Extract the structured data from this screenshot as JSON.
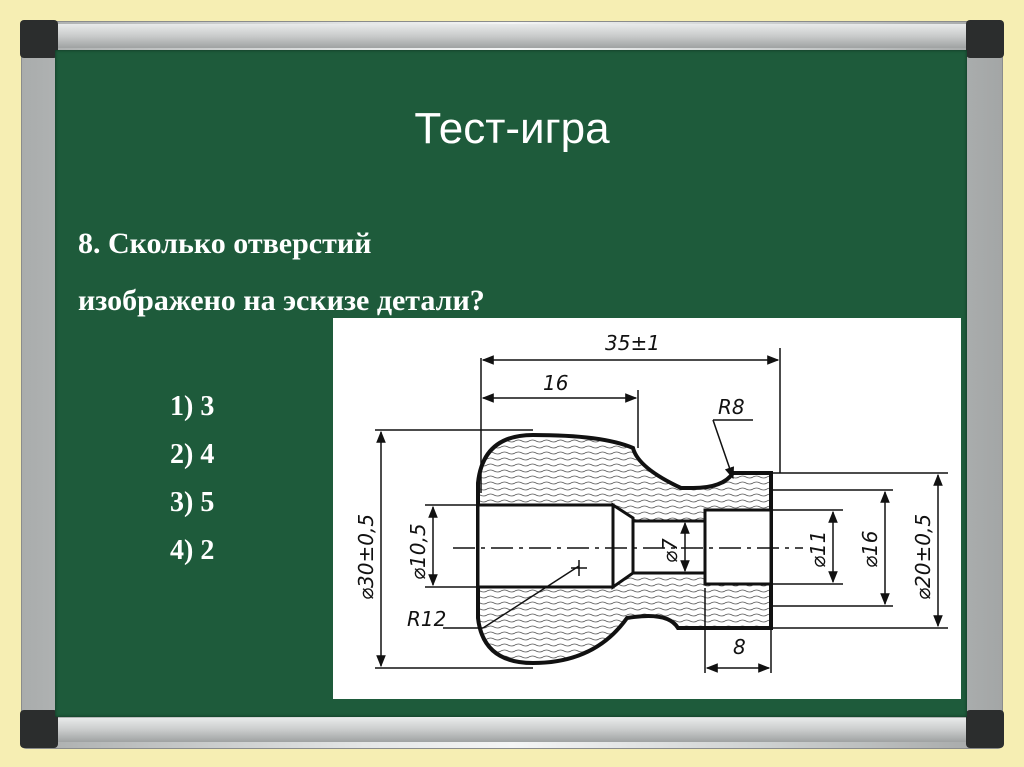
{
  "slide": {
    "title": "Тест-игра",
    "question": "8. Сколько отверстий изображено на эскизе детали?",
    "answers": [
      "1) 3",
      "2) 4",
      "3) 5",
      "4) 2"
    ]
  },
  "sketch": {
    "dimensions": {
      "total_length": "35±1",
      "head_length": "16",
      "neck_radius": "R8",
      "outer_diameter": "⌀30±0,5",
      "hole_diameter_1": "⌀10,5",
      "hole_diameter_2": "⌀7",
      "hole_diameter_3": "⌀11",
      "shoulder_diameter": "⌀16",
      "end_diameter": "⌀20±0,5",
      "sphere_radius": "R12",
      "end_length": "8"
    }
  },
  "colors": {
    "board": "#1e5b3b",
    "background": "#f6eeb3",
    "text": "#ffffff"
  }
}
